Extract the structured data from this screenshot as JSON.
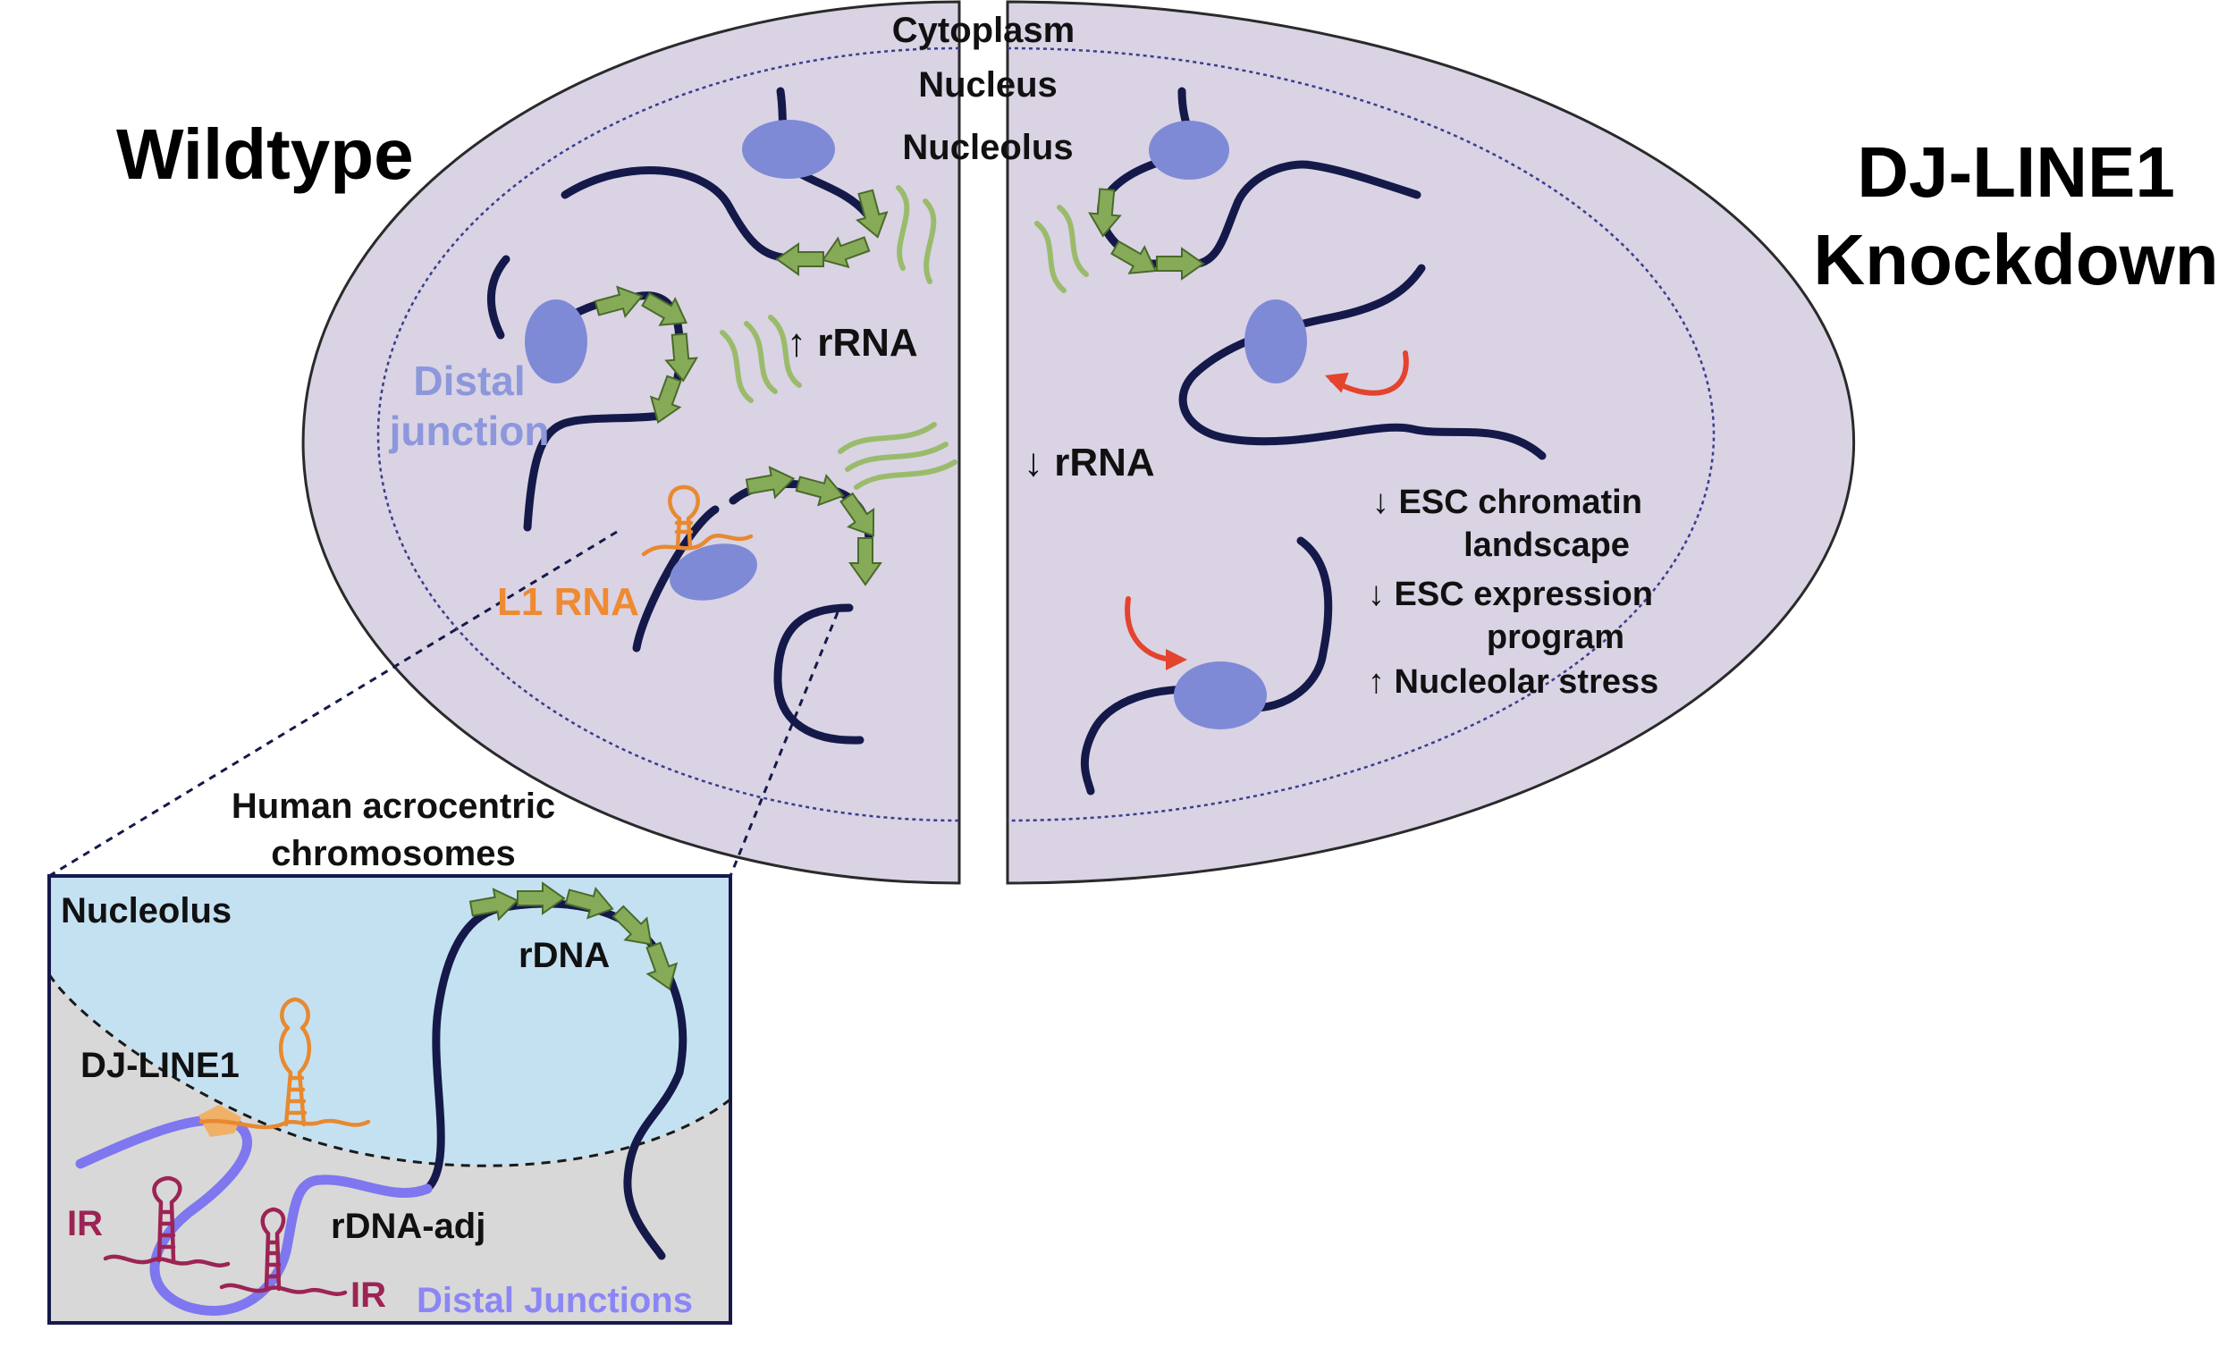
{
  "labels": {
    "wildtype": "Wildtype",
    "knockdown_line1": "DJ-LINE1",
    "knockdown_line2": "Knockdown",
    "cytoplasm": "Cytoplasm",
    "nucleus": "Nucleus",
    "nucleolus_top": "Nucleolus",
    "rrna_up": "↑ rRNA",
    "rrna_down": "↓ rRNA",
    "distal_line1": "Distal",
    "distal_line2": "junction",
    "l1_rna": "L1 RNA",
    "effect1_line1": "↓ ESC chromatin",
    "effect1_line2": "landscape",
    "effect2_line1": "↓ ESC expression",
    "effect2_line2": "program",
    "effect3": "↑ Nucleolar stress",
    "human_line1": "Human acrocentric",
    "human_line2": "chromosomes",
    "inset_nucleolus": "Nucleolus",
    "rdna": "rDNA",
    "dj_line1": "DJ-LINE1",
    "rdna_adj": "rDNA-adj",
    "ir_left": "IR",
    "ir_right": "IR",
    "distal_junctions": "Distal Junctions"
  },
  "colors": {
    "cell": "#d9d3e4",
    "inset_nucleolus": "#c4e1f2",
    "inset_background": "#d8d8d8",
    "chromatin": "#15194a",
    "distal_junction_protein": "#7f8ad6",
    "rdna_arrow": "#86ab58",
    "rrna_wave": "#9bbb6c",
    "line1_rna": "#e8892f",
    "ir_rna": "#9c2454",
    "distal_junction_dna": "#7e77ef",
    "disruption_arrow": "#e4432d"
  },
  "icons": [
    "rdna-repeat-arrow",
    "rrna-transcript-wave",
    "distal-junction-protein",
    "rna-hairpin",
    "disruption-arrow"
  ]
}
